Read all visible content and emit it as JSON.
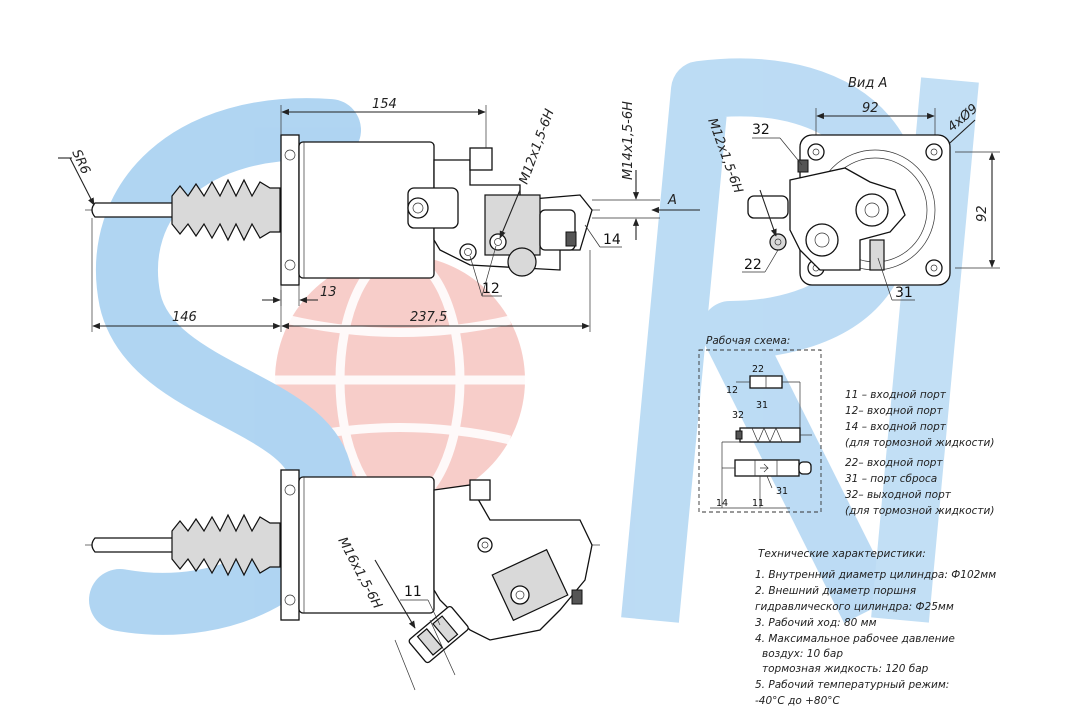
{
  "watermark": {
    "text": "SORL",
    "blue": "#3d8fdc",
    "red": "#e4463f"
  },
  "top_view": {
    "dims": {
      "d154": "154",
      "sr6": "SR6",
      "m12": "M12x1,5-6H",
      "m14": "M14x1,5-6H",
      "a": "A",
      "d13": "13",
      "d146": "146",
      "d237": "237,5"
    },
    "ports": {
      "p12": "12",
      "p14": "14"
    }
  },
  "view_a": {
    "title": "Вид A",
    "d92_top": "92",
    "holes": "4xØ9",
    "d92_side": "92",
    "m12": "M12x1,5-6H",
    "ports": {
      "p32": "32",
      "p22": "22",
      "p31": "31"
    }
  },
  "bottom_view": {
    "thread": "M16x1,5-6H",
    "port11": "11"
  },
  "schema": {
    "title": "Рабочая схема:",
    "labels": {
      "l22": "22",
      "l12": "12",
      "l31a": "31",
      "l32": "32",
      "l31b": "31",
      "l14": "14",
      "l11": "11"
    }
  },
  "legend": [
    "11 – входной порт",
    "12– входной порт",
    "14 – входной порт",
    "(для тормозной жидкости)",
    "22– входной порт",
    "31 – порт сброса",
    "32– выходной порт",
    "(для тормозной жидкости)"
  ],
  "specs": {
    "title": "Технические характеристики:",
    "lines": [
      "1. Внутренний диаметр цилиндра: Ф102мм",
      "2. Внешний диаметр поршня",
      "гидравлического цилиндра: Ф25мм",
      "3. Рабочий ход: 80 мм",
      "4. Максимальное рабочее давление",
      "воздух: 10 бар",
      "тормозная жидкость: 120 бар",
      "5. Рабочий температурный режим:",
      "-40°C до +80°C"
    ]
  }
}
